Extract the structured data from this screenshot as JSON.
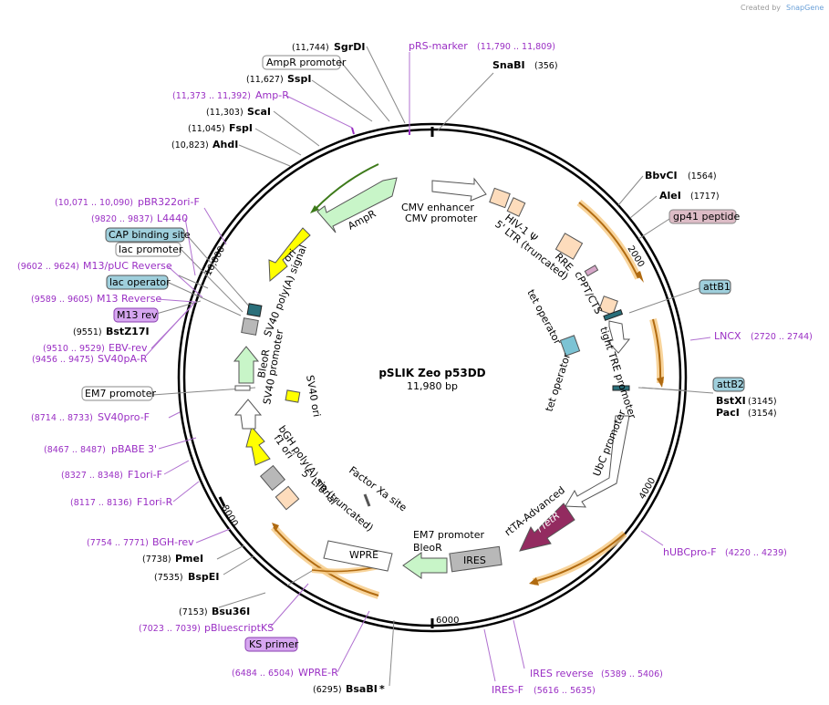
{
  "credit": {
    "prefix": "Created by",
    "brand": "SnapGene"
  },
  "plasmid": {
    "name": "pSLIK Zeo p53DD",
    "size": "11,980 bp"
  },
  "ticks": [
    "2000",
    "4000",
    "6000",
    "8000",
    "10,000"
  ],
  "sites": [
    {
      "name": "SgrDI",
      "pos": "(11,744)"
    },
    {
      "name": "SnaBI",
      "pos": "(356)"
    },
    {
      "name": "SspI",
      "pos": "(11,627)"
    },
    {
      "name": "ScaI",
      "pos": "(11,303)"
    },
    {
      "name": "FspI",
      "pos": "(11,045)"
    },
    {
      "name": "AhdI",
      "pos": "(10,823)"
    },
    {
      "name": "BbvCI",
      "pos": "(1564)"
    },
    {
      "name": "AleI",
      "pos": "(1717)"
    },
    {
      "name": "BstZ17I",
      "pos": "(9551)"
    },
    {
      "name": "BstXI",
      "pos": "(3145)"
    },
    {
      "name": "PacI",
      "pos": "(3154)"
    },
    {
      "name": "PmeI",
      "pos": "(7738)"
    },
    {
      "name": "BspEI",
      "pos": "(7535)"
    },
    {
      "name": "Bsu36I",
      "pos": "(7153)"
    },
    {
      "name": "BsaBI",
      "pos": "(6295)",
      "flag": "*"
    }
  ],
  "primers": [
    {
      "name": "pRS-marker",
      "pos": "(11,790 .. 11,809)"
    },
    {
      "name": "Amp-R",
      "pos": "(11,373 .. 11,392)"
    },
    {
      "name": "pBR322ori-F",
      "pos": "(10,071 .. 10,090)"
    },
    {
      "name": "L4440",
      "pos": "(9820 .. 9837)"
    },
    {
      "name": "M13/pUC Reverse",
      "pos": "(9602 .. 9624)"
    },
    {
      "name": "M13 Reverse",
      "pos": "(9589 .. 9605)"
    },
    {
      "name": "EBV-rev",
      "pos": "(9510 .. 9529)"
    },
    {
      "name": "SV40pA-R",
      "pos": "(9456 .. 9475)"
    },
    {
      "name": "SV40pro-F",
      "pos": "(8714 .. 8733)"
    },
    {
      "name": "pBABE 3'",
      "pos": "(8467 .. 8487)"
    },
    {
      "name": "F1ori-F",
      "pos": "(8327 .. 8348)"
    },
    {
      "name": "F1ori-R",
      "pos": "(8117 .. 8136)"
    },
    {
      "name": "BGH-rev",
      "pos": "(7754 .. 7771)"
    },
    {
      "name": "pBluescriptKS",
      "pos": "(7023 .. 7039)"
    },
    {
      "name": "WPRE-R",
      "pos": "(6484 .. 6504)"
    },
    {
      "name": "IRES-F",
      "pos": "(5616 .. 5635)"
    },
    {
      "name": "IRES reverse",
      "pos": "(5389 .. 5406)"
    },
    {
      "name": "hUBCpro-F",
      "pos": "(4220 .. 4239)"
    },
    {
      "name": "LNCX",
      "pos": "(2720 .. 2744)"
    }
  ],
  "boxed": {
    "ampr_promoter": "AmpR promoter",
    "cap_binding": "CAP binding site",
    "lac_promoter": "lac promoter",
    "lac_operator": "lac operator",
    "m13_rev": "M13 rev",
    "em7_promoter": "EM7 promoter",
    "gp41": "gp41 peptide",
    "attb1": "attB1",
    "attb2": "attB2",
    "ks_primer": "KS primer"
  },
  "features": {
    "cmv_enhancer": "CMV enhancer",
    "cmv_promoter": "CMV promoter",
    "hiv_psi": "HIV-1 Ψ",
    "ltr5_top": "5' LTR (truncated)",
    "rre": "RRE",
    "cppt": "cPPT/CTS",
    "tet_op1": "tet operator",
    "tet_op2": "tet operator",
    "tight_tre": "tight TRE promoter",
    "ubc": "UbC promoter",
    "rtta": "rtTA-Advanced",
    "rtetr": "rTetR",
    "ires": "IRES",
    "em7_bleo_1": "EM7 promoter",
    "bleor_1": "BleoR",
    "wpre": "WPRE",
    "ltr5_bottom": "5' LTR (truncated)",
    "factor_xa": "Factor Xa site",
    "bgh": "bGH poly(A) signal",
    "f1ori": "f1 ori",
    "sv40ori": "SV40 ori",
    "sv40prom": "SV40 promoter",
    "bleor_2": "BleoR",
    "sv40polya": "SV40 poly(A) signal",
    "ori": "ori",
    "ampr": "AmpR"
  }
}
